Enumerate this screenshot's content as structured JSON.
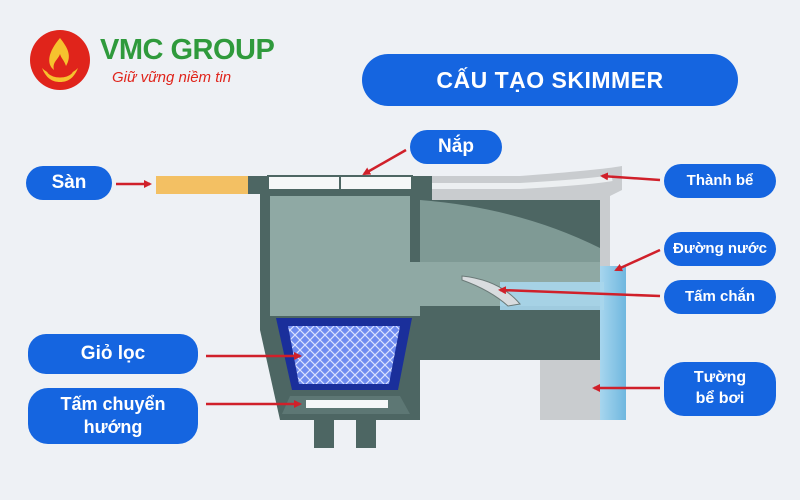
{
  "brand": {
    "name": "VMC GROUP",
    "slogan": "Giữ vững niềm tin"
  },
  "title": "CẤU TẠO SKIMMER",
  "labels": {
    "san": "Sàn",
    "nap": "Nắp",
    "thanh_be": "Thành bể",
    "duong_nuoc": "Đường nước",
    "tam_chan": "Tấm chắn",
    "gio_loc": "Giỏ lọc",
    "tuong_be_boi_line1": "Tường",
    "tuong_be_boi_line2": "bể bơi",
    "tam_chuyen_huong_line1": "Tấm chuyển",
    "tam_chuyen_huong_line2": "hướng"
  },
  "colors": {
    "accent": "#1565e0",
    "arrow": "#d0202a",
    "body": "#7f9a95",
    "body_dark": "#3f5552",
    "water": "#8ec9e6",
    "basket": "#3f5fe0",
    "deck": "#f3c063",
    "wall": "#c9cccf"
  },
  "icons": {
    "logo": "flame-logo-icon"
  }
}
